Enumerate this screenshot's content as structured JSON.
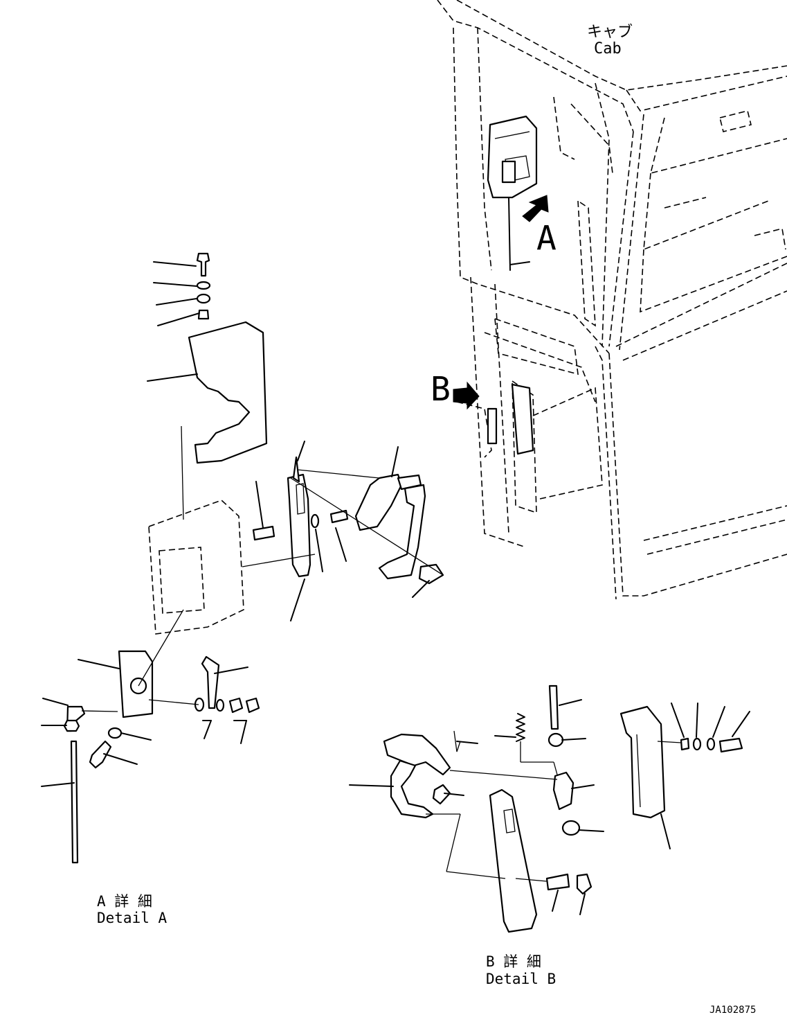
{
  "labels": {
    "cab_jp": "キャブ",
    "cab_en": "Cab",
    "arrow_a": "A",
    "arrow_b": "B",
    "detail_a_jp": "A 詳 細",
    "detail_a_en": "Detail A",
    "detail_b_jp": "B 詳 細",
    "detail_b_en": "Detail B",
    "drawing_id": "JA102875"
  }
}
